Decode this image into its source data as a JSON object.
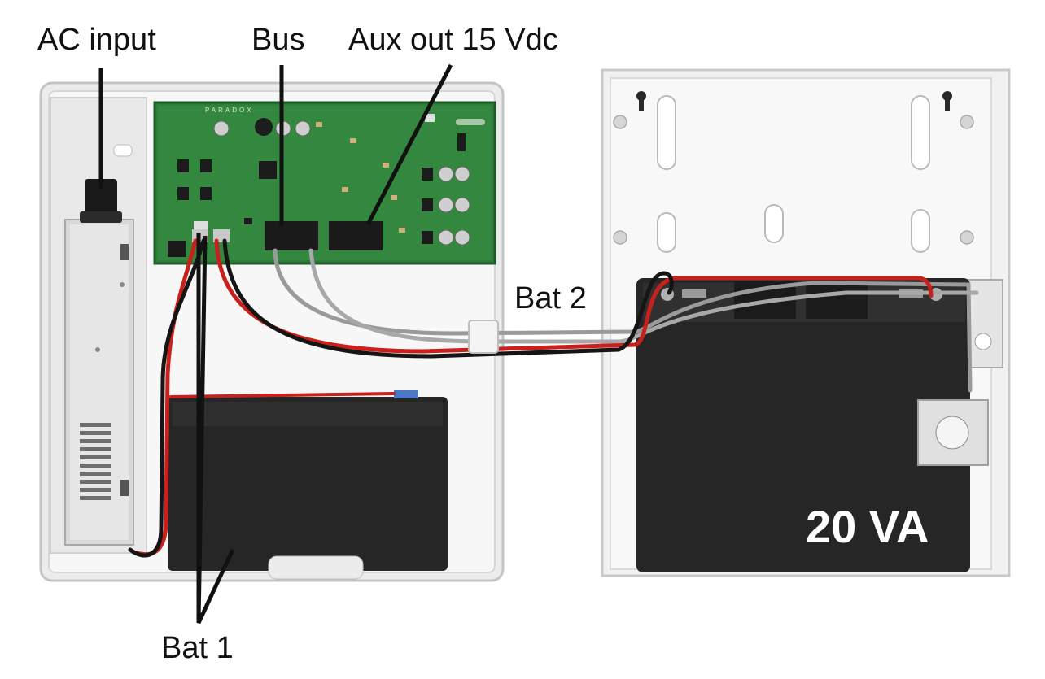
{
  "labels": {
    "ac_input": "AC input",
    "bus": "Bus",
    "aux_out": "Aux out 15 Vdc",
    "bat2": "Bat 2",
    "bat1": "Bat 1",
    "battery_rating": "20 VA"
  },
  "board_brand": "PARADOX",
  "colors": {
    "enclosure": "#f1f1f1",
    "enclosure_edge": "#c9c9c9",
    "pcb": "#2f7d3a",
    "battery": "#2a2a2a",
    "red_wire": "#c8201c",
    "black_wire": "#151515",
    "grey_wire": "#9a9a9a",
    "leader_line": "#111111"
  }
}
